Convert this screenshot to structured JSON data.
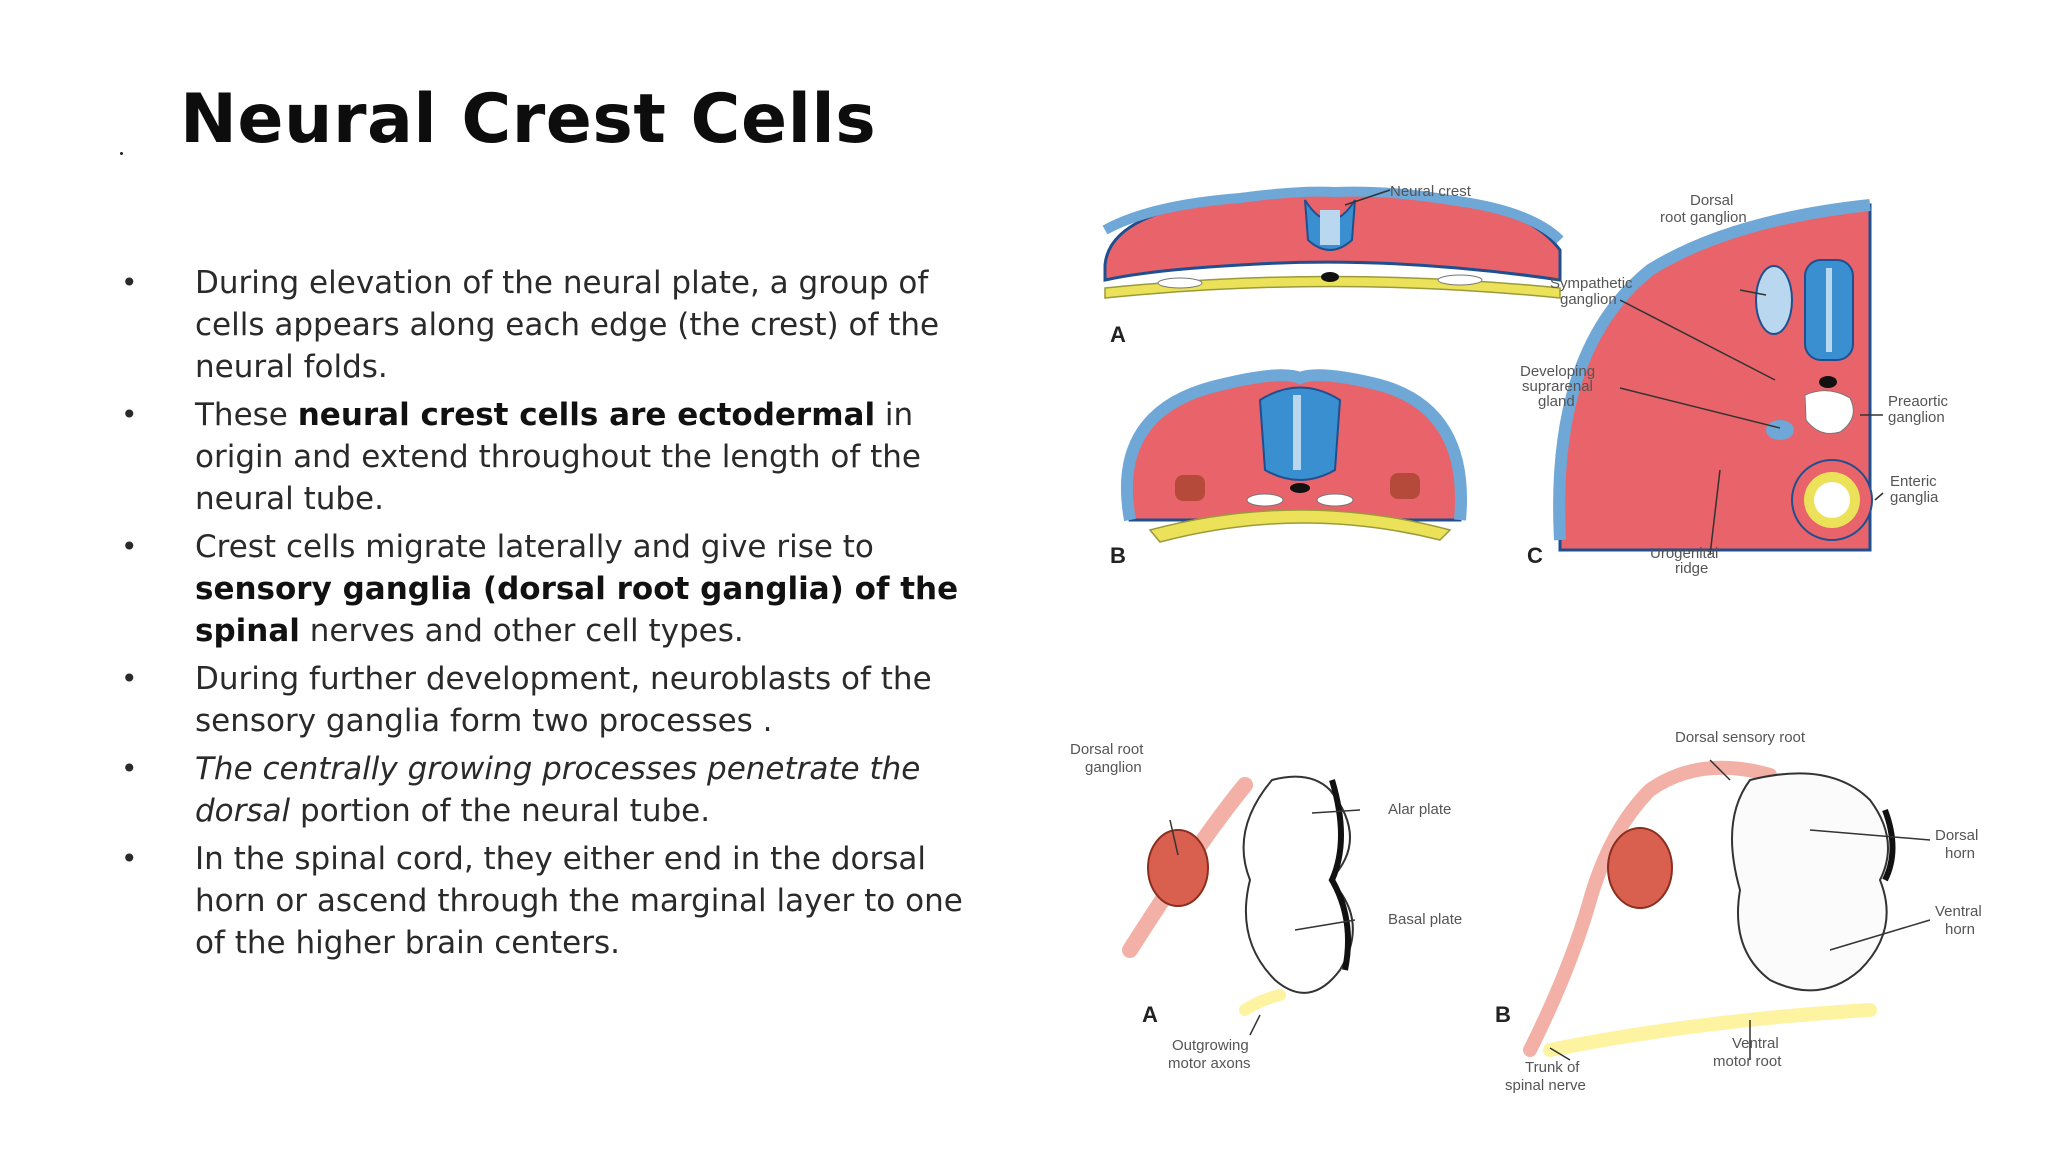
{
  "slide": {
    "title": "Neural Crest Cells",
    "bullets": [
      {
        "parts": [
          {
            "t": "During elevation of the neural plate, a group of cells appears along each edge (the crest) of the neural folds.",
            "b": false,
            "i": false
          }
        ]
      },
      {
        "parts": [
          {
            "t": "These ",
            "b": false,
            "i": false
          },
          {
            "t": "neural crest cells are ectodermal",
            "b": true,
            "i": false
          },
          {
            "t": " in origin and extend throughout the length of the neural tube.",
            "b": false,
            "i": false
          }
        ]
      },
      {
        "parts": [
          {
            "t": " Crest cells migrate laterally and give rise to ",
            "b": false,
            "i": false
          },
          {
            "t": "sensory ganglia (dorsal root ganglia) of the spinal",
            "b": true,
            "i": false
          },
          {
            "t": " nerves and other cell types.",
            "b": false,
            "i": false
          }
        ]
      },
      {
        "parts": [
          {
            "t": "During further development, neuroblasts of the sensory ganglia form two processes .",
            "b": false,
            "i": false
          }
        ]
      },
      {
        "parts": [
          {
            "t": " The centrally growing processes penetrate the dorsal",
            "b": false,
            "i": true
          },
          {
            "t": " portion of the neural tube.",
            "b": false,
            "i": false
          }
        ]
      },
      {
        "parts": [
          {
            "t": " In the spinal cord, they either end in the dorsal horn or ascend through the marginal layer to one of the higher brain centers.",
            "b": false,
            "i": false
          }
        ]
      }
    ]
  },
  "figure_top": {
    "labels": {
      "neural_crest": "Neural crest",
      "dorsal_root_ganglion_1": "Dorsal",
      "dorsal_root_ganglion_2": "root ganglion",
      "sympathetic_1": "Sympathetic",
      "sympathetic_2": "ganglion",
      "suprarenal_1": "Developing",
      "suprarenal_2": "suprarenal",
      "suprarenal_3": "gland",
      "preaortic_1": "Preaortic",
      "preaortic_2": "ganglion",
      "enteric_1": "Enteric",
      "enteric_2": "ganglia",
      "urogenital_1": "Urogenital",
      "urogenital_2": "ridge",
      "panel_a": "A",
      "panel_b": "B",
      "panel_c": "C"
    }
  },
  "figure_bottom": {
    "labels": {
      "drg_1": "Dorsal root",
      "drg_2": "ganglion",
      "alar_plate": "Alar plate",
      "basal_plate": "Basal plate",
      "outgrowing_1": "Outgrowing",
      "outgrowing_2": "motor axons",
      "dorsal_sensory_root": "Dorsal sensory root",
      "dorsal_horn_1": "Dorsal",
      "dorsal_horn_2": "horn",
      "ventral_horn_1": "Ventral",
      "ventral_horn_2": "horn",
      "trunk_1": "Trunk of",
      "trunk_2": "spinal nerve",
      "ventral_motor_1": "Ventral",
      "ventral_motor_2": "motor root",
      "panel_a": "A",
      "panel_b": "B"
    }
  },
  "colors": {
    "mesoderm": "#e8646a",
    "neural_tube": "#3a8fd0",
    "ectoderm": "#6fa7d6",
    "endoderm": "#ece25a",
    "ganglion": "#d9604f"
  }
}
